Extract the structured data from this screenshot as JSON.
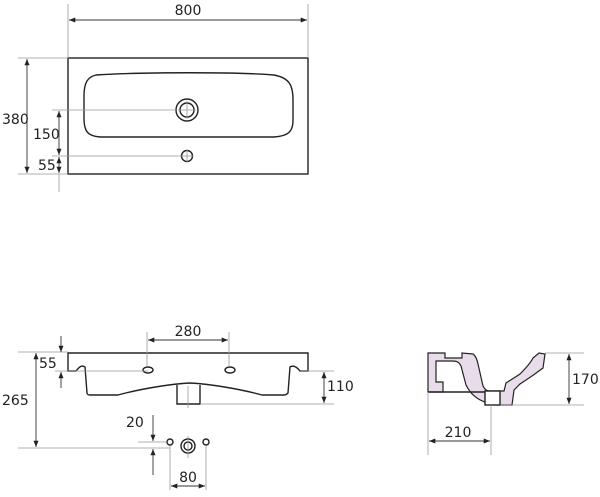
{
  "title": "Washbasin technical drawing",
  "units": "mm",
  "colors": {
    "line": "#222222",
    "extension": "#999999",
    "section_fill": "#e9dcea",
    "background": "#ffffff"
  },
  "top_view": {
    "width_label": "800",
    "depth_label": "380",
    "drain_offset_label": "150",
    "tap_hole_offset_label": "55"
  },
  "front_view": {
    "fixing_hole_spacing_label": "280",
    "rim_height_label": "55",
    "overall_height_label": "265",
    "bowl_depth_label": "110",
    "drain_offset_label": "20",
    "drain_hole_spacing_label": "80"
  },
  "side_view": {
    "height_label": "170",
    "drain_depth_label": "210"
  }
}
